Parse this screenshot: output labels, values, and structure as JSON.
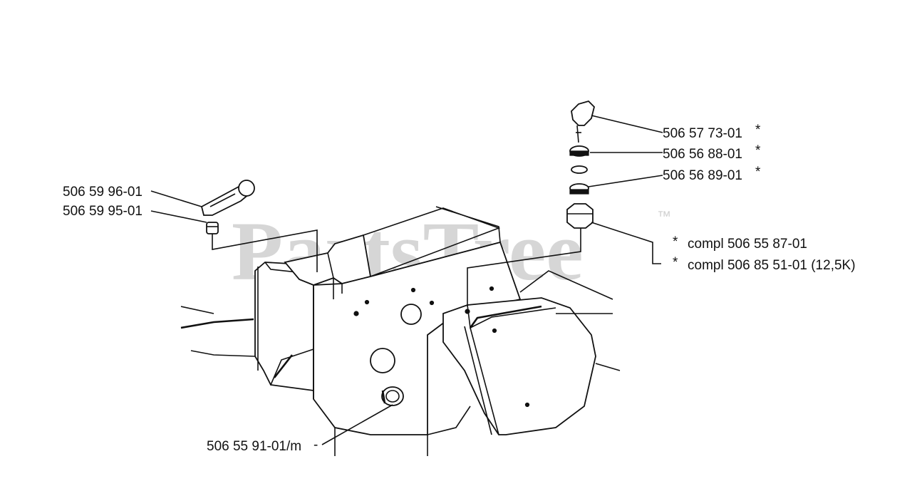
{
  "watermark": {
    "text": "PartsTree",
    "trademark": "™"
  },
  "callouts": {
    "key": "506 57 73-01",
    "nut": "506 56 88-01",
    "washer": "506 56 89-01",
    "lever": "506 59 96-01",
    "knob": "506 59 95-01",
    "ignition_a": "compl 506 55 87-01",
    "ignition_b": "compl 506 85 51-01 (12,5K)",
    "grommet": "506 55 91-01/m"
  },
  "markers": {
    "asterisk": "*",
    "dash": "-"
  },
  "colors": {
    "ink": "#111111",
    "paper": "#ffffff",
    "watermark": "#d6d6d6"
  }
}
